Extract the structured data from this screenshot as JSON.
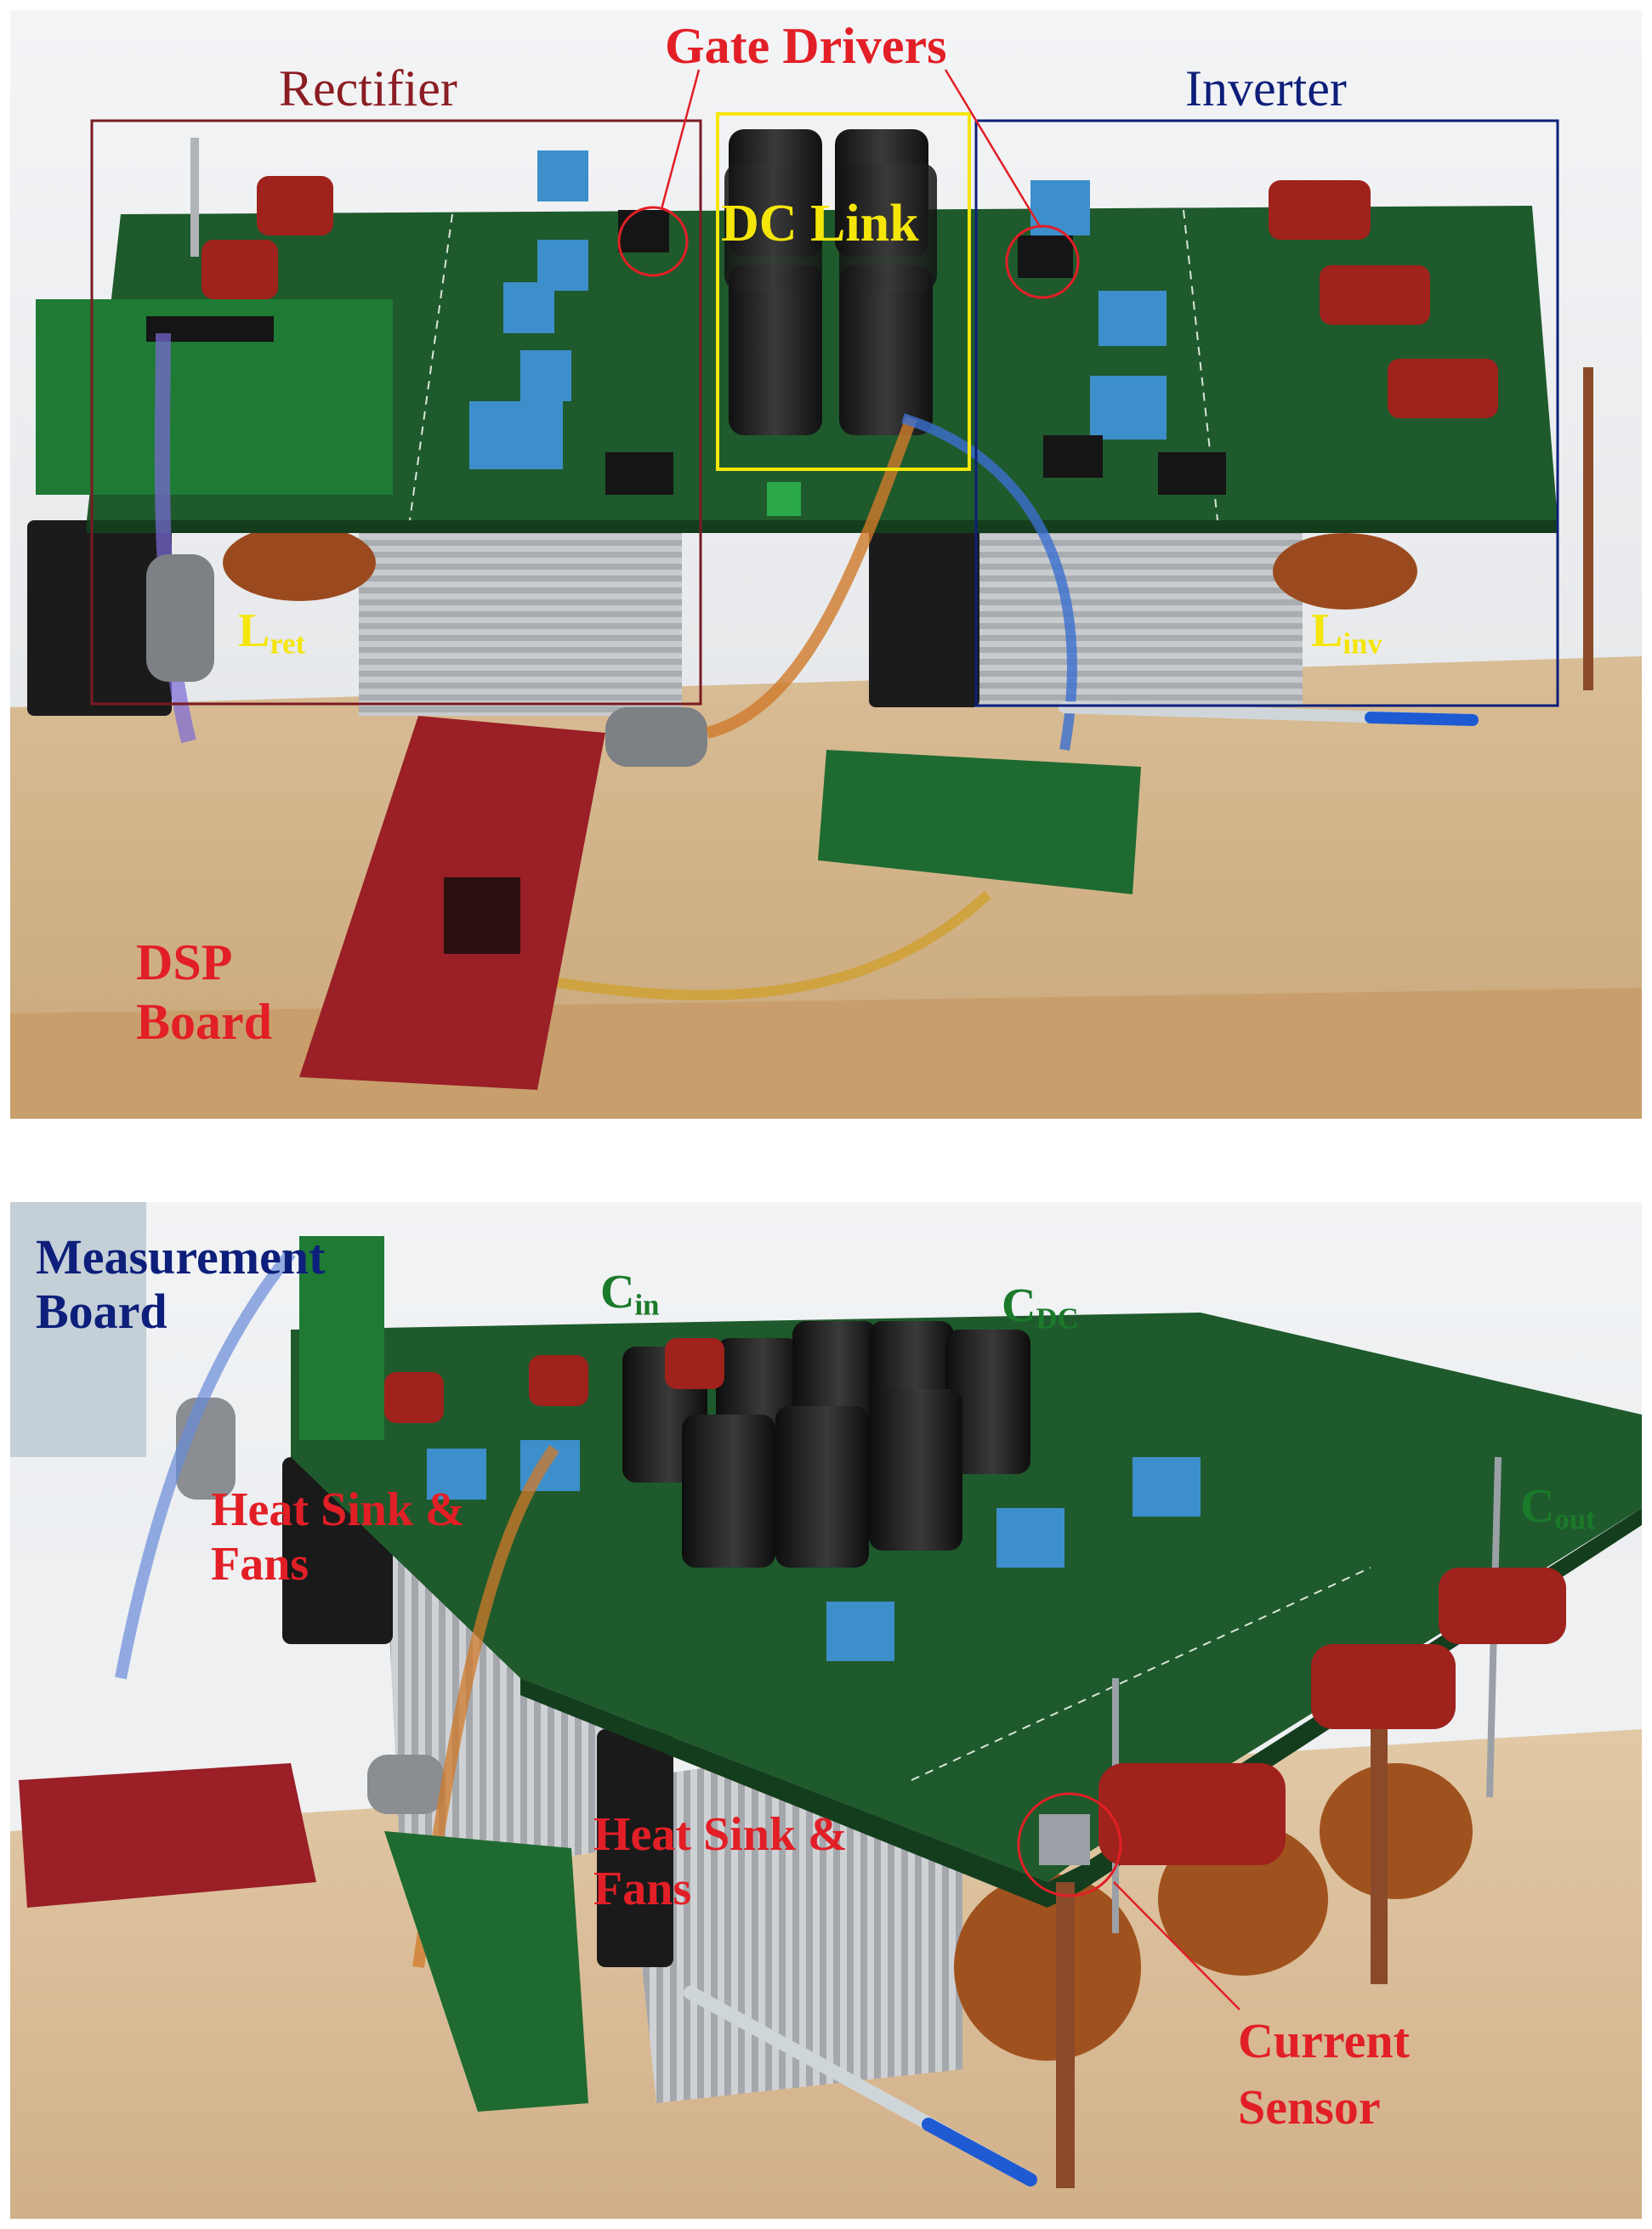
{
  "colors": {
    "gate_drivers": "#e21f26",
    "rectifier_box": "#7a1a22",
    "inverter_box": "#0d1f7a",
    "dc_link_box": "#f5e60a",
    "capacitor_labels": "#1a7a2a"
  },
  "top_photo": {
    "labels": {
      "rectifier": "Rectifier",
      "gate_drivers": "Gate Drivers",
      "inverter": "Inverter",
      "dc_link": "DC Link",
      "l_ret_main": "L",
      "l_ret_sub": "ret",
      "l_inv_main": "L",
      "l_inv_sub": "inv",
      "dsp_line1": "DSP",
      "dsp_line2": "Board"
    }
  },
  "bottom_photo": {
    "labels": {
      "measurement_line1": "Measurement",
      "measurement_line2": "Board",
      "c_in_main": "C",
      "c_in_sub": "in",
      "c_dc_main": "C",
      "c_dc_sub": "DC",
      "c_out_main": "C",
      "c_out_sub": "out",
      "heat_sink_1_line1": "Heat Sink &",
      "heat_sink_1_line2": "Fans",
      "heat_sink_2_line1": "Heat Sink &",
      "heat_sink_2_line2": "Fans",
      "current_sensor_line1": "Current",
      "current_sensor_line2": "Sensor"
    }
  }
}
